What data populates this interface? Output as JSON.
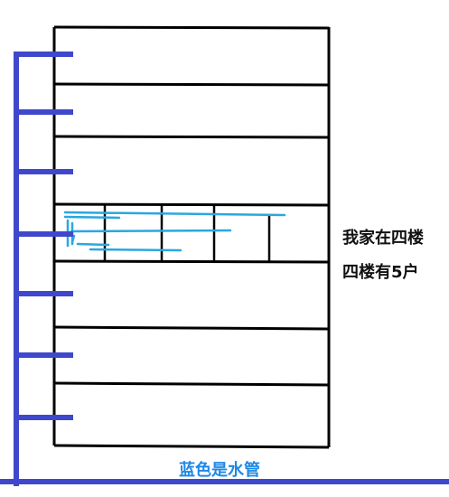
{
  "labels": {
    "my_home": "我家在四楼",
    "units": "四楼有5户",
    "legend": "蓝色是水管"
  },
  "colors": {
    "building_outline": "#000000",
    "water_pipe": "#3f48cc",
    "home_pipe": "#2aa7e0",
    "legend_text": "#1e88e5"
  },
  "building": {
    "floors": 7,
    "highlighted_floor": 4,
    "units_on_highlighted_floor": 5
  }
}
